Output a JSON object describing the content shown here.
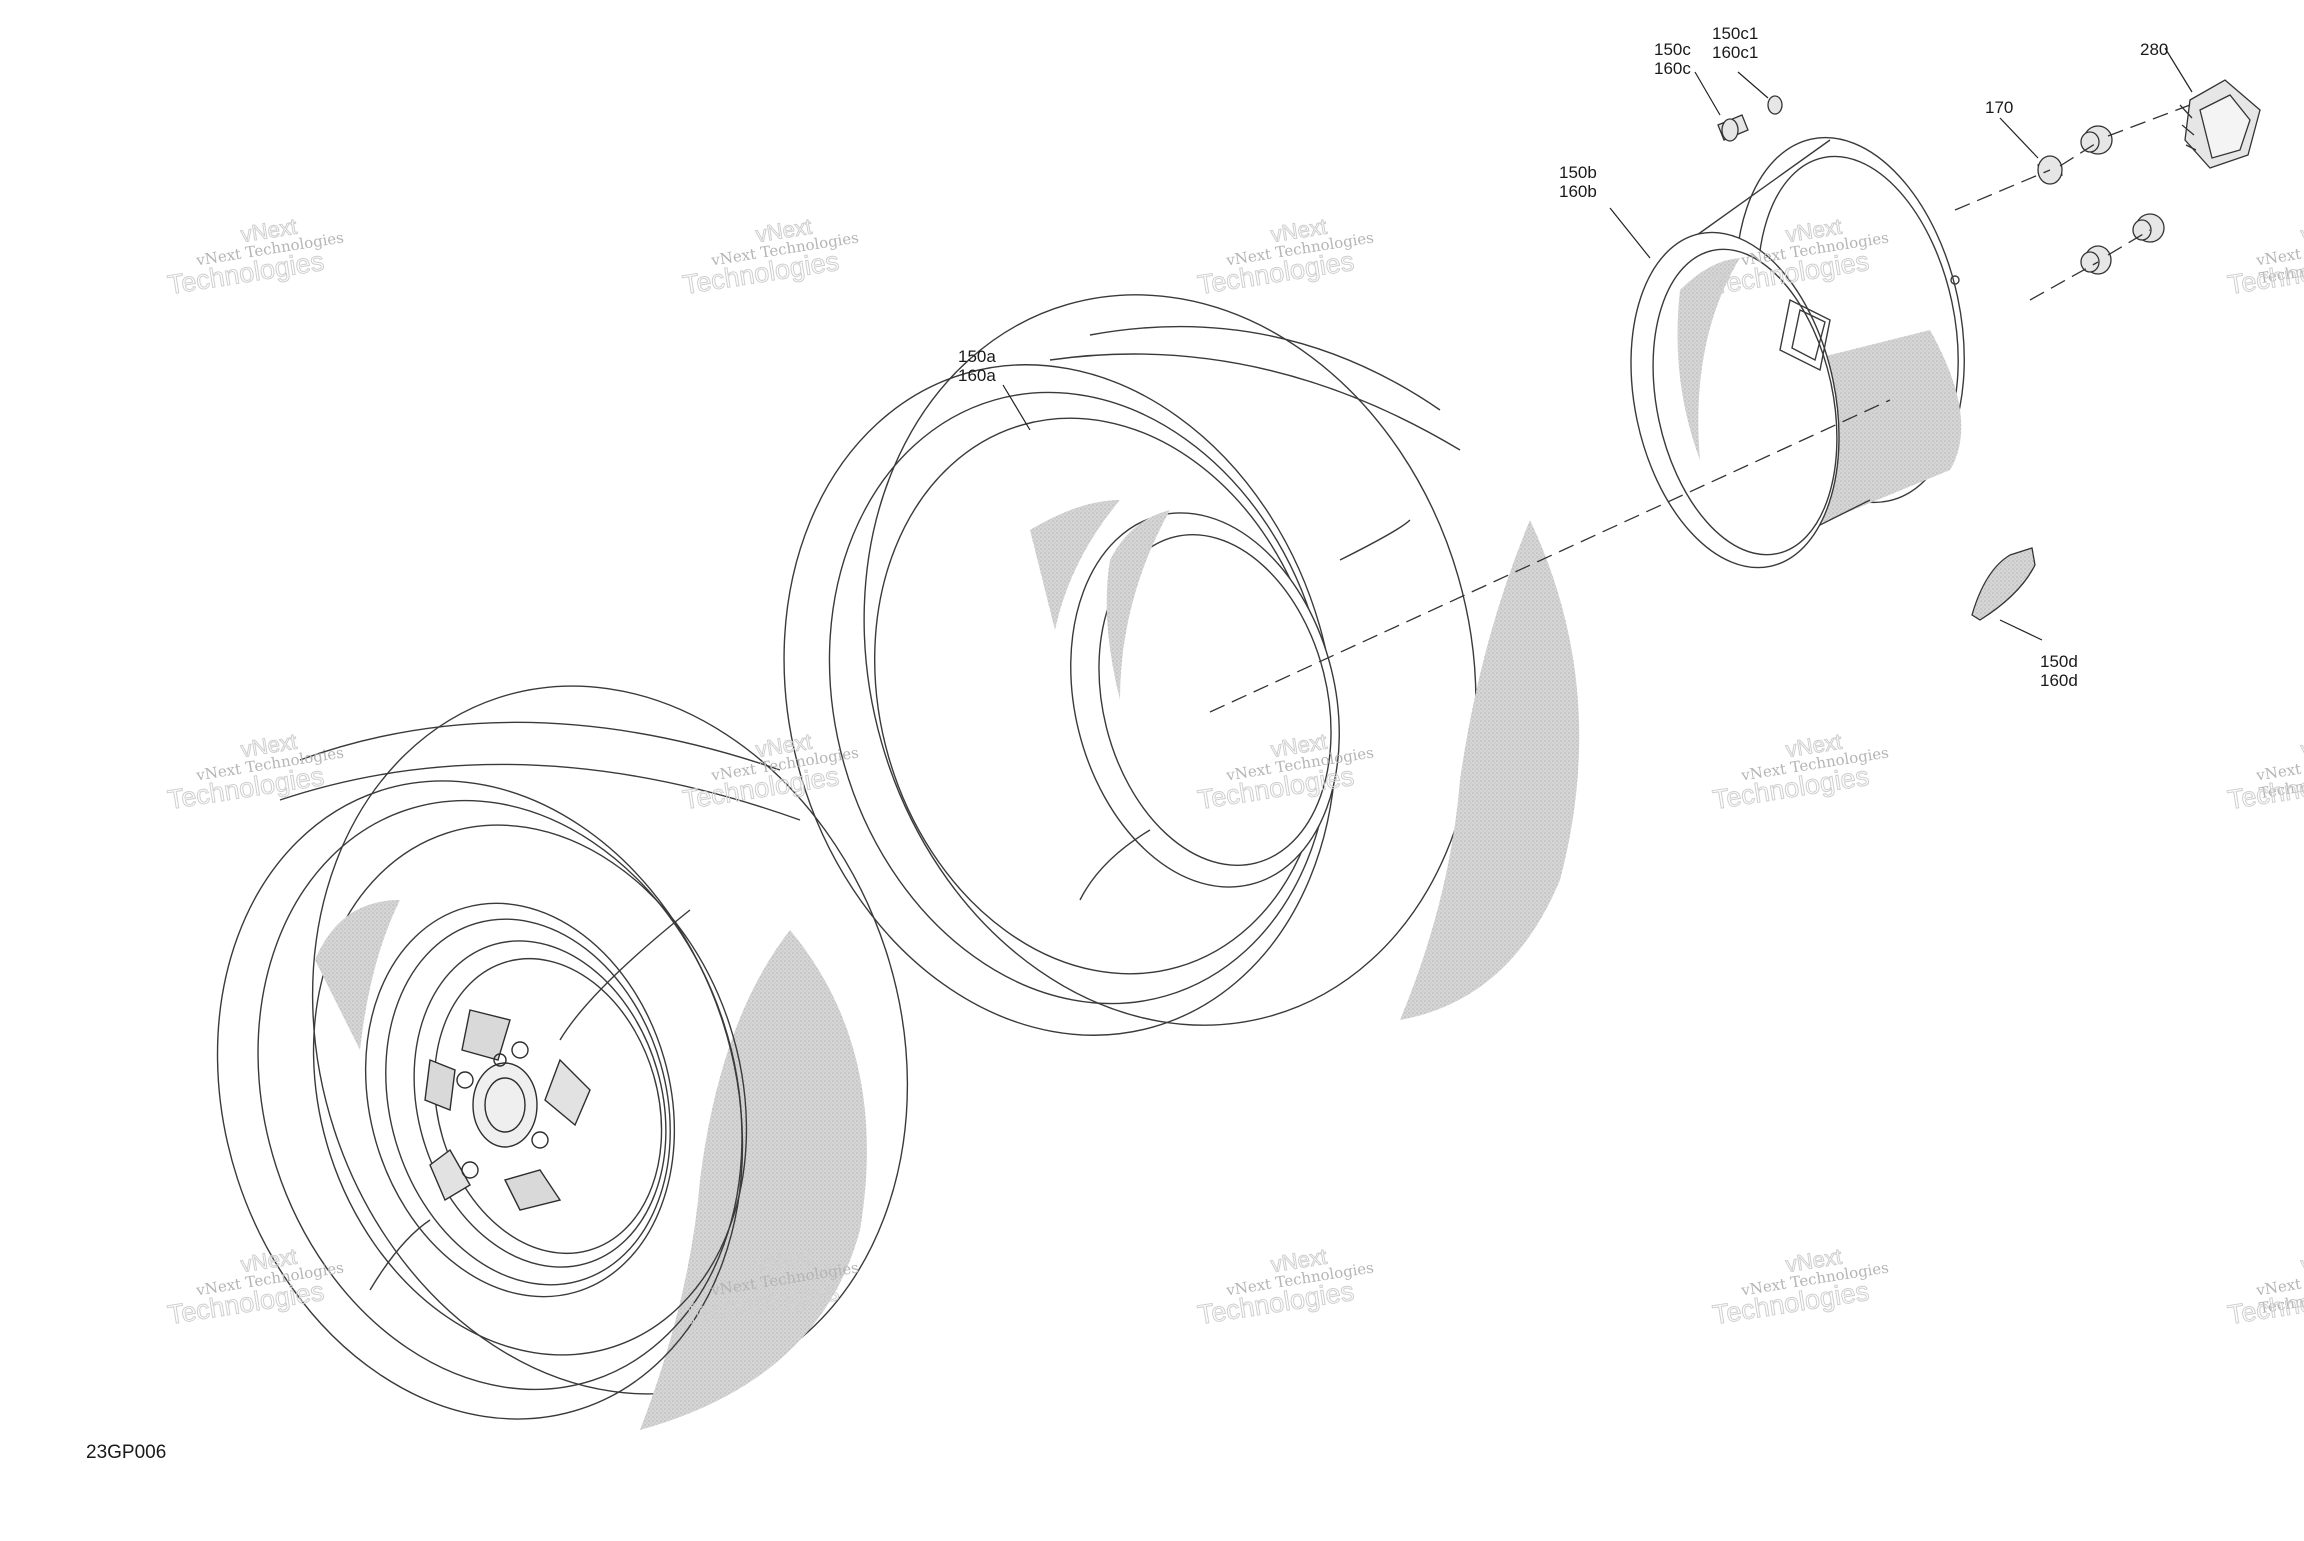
{
  "diagram": {
    "code": "23GP006",
    "callouts": [
      {
        "id": "c150a",
        "top": "150a",
        "bottom": "160a"
      },
      {
        "id": "c150b",
        "top": "150b",
        "bottom": "160b"
      },
      {
        "id": "c150c",
        "top": "150c",
        "bottom": "160c"
      },
      {
        "id": "c150c1",
        "top": "150c1",
        "bottom": "160c1"
      },
      {
        "id": "c150d",
        "top": "150d",
        "bottom": "160d"
      },
      {
        "id": "c170",
        "top": "170",
        "bottom": ""
      },
      {
        "id": "c280",
        "top": "280",
        "bottom": ""
      }
    ]
  },
  "watermark": {
    "line1": "vNext Technologies",
    "line2": "Technologies",
    "line3": "vNext"
  },
  "colors": {
    "line": "#3a3a3a",
    "shade": "#cbcbcb",
    "leader": "#222222"
  }
}
